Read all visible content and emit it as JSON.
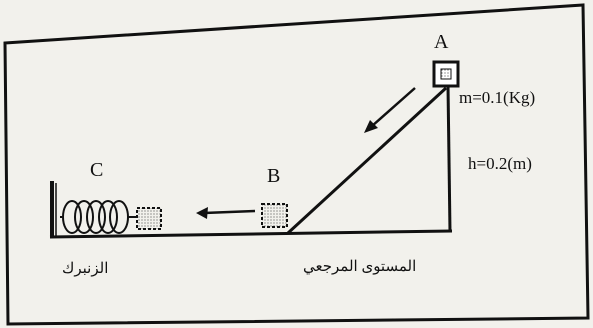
{
  "points": {
    "a": "A",
    "b": "B",
    "c": "C"
  },
  "mass_label": "m=0.1(Kg)",
  "height_label": "h=0.2(m)",
  "reference_level_label": "المستوى المرجعي",
  "spring_label": "الزنبرك",
  "colors": {
    "ink": "#111111",
    "paper": "#f2f1ec"
  },
  "icons": [
    "motion-arrow-icon",
    "spring-icon",
    "block-icon",
    "wall-icon"
  ]
}
